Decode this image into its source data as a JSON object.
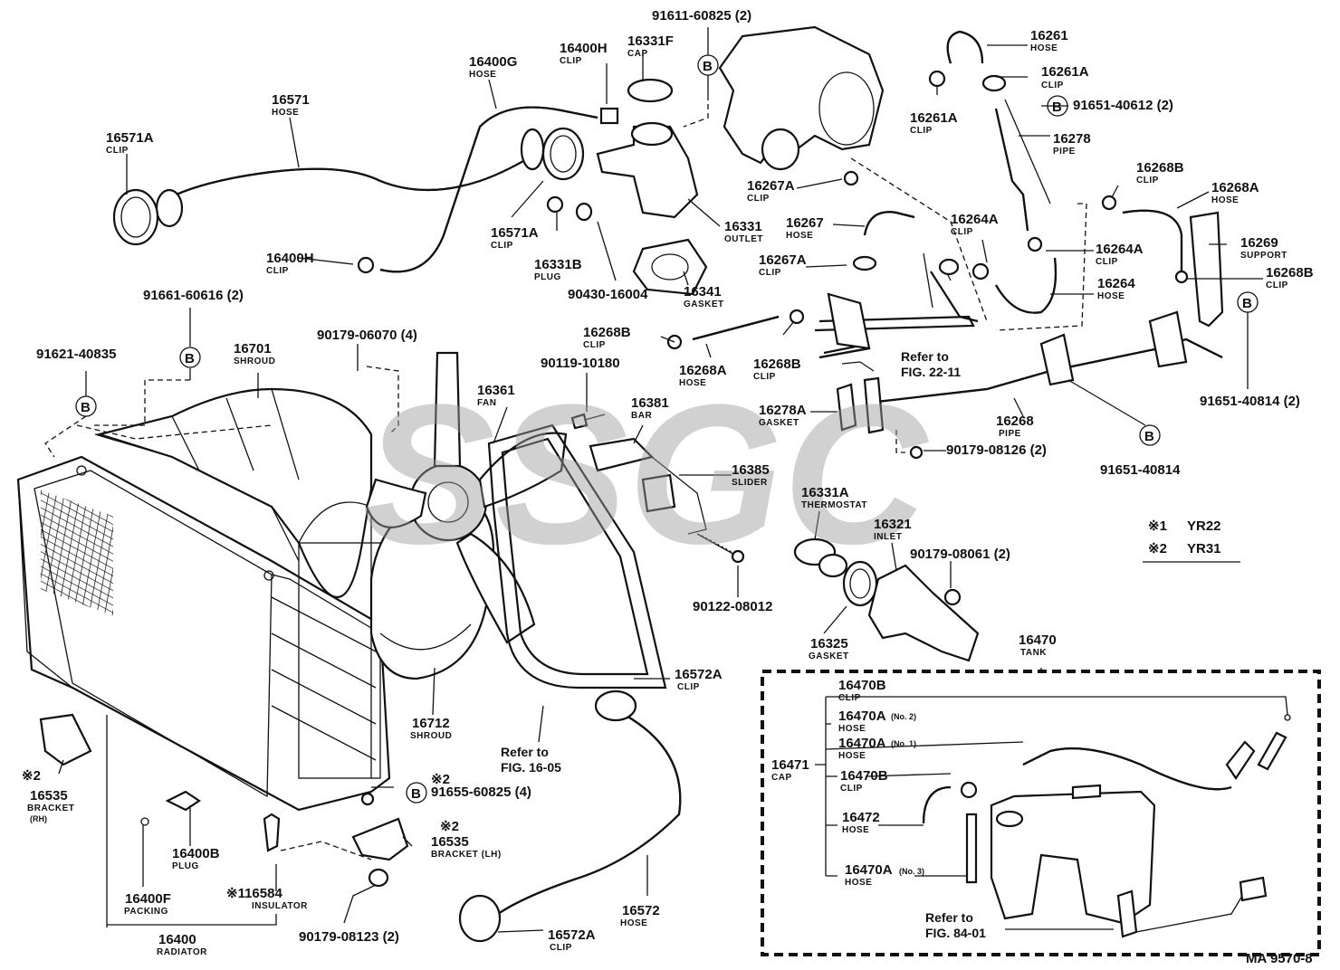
{
  "labels": {
    "p91611_60825": {
      "no": "91611-60825 (2)"
    },
    "p16261": {
      "no": "16261",
      "name": "HOSE"
    },
    "p16261A_r": {
      "no": "16261A",
      "name": "CLIP"
    },
    "p16261A_l": {
      "no": "16261A",
      "name": "CLIP"
    },
    "p91651_40612": {
      "no": "91651-40612 (2)"
    },
    "p16278": {
      "no": "16278",
      "name": "PIPE"
    },
    "p16268B_t": {
      "no": "16268B",
      "name": "CLIP"
    },
    "p16268A_r": {
      "no": "16268A",
      "name": "HOSE"
    },
    "p16269": {
      "no": "16269",
      "name": "SUPPORT"
    },
    "p16268B_r": {
      "no": "16268B",
      "name": "CLIP"
    },
    "p16264A_r": {
      "no": "16264A",
      "name": "CLIP"
    },
    "p16264": {
      "no": "16264",
      "name": "HOSE"
    },
    "p16264A_l": {
      "no": "16264A",
      "name": "CLIP"
    },
    "p91651_40814_r": {
      "no": "91651-40814 (2)"
    },
    "p91651_40814_b": {
      "no": "91651-40814"
    },
    "p16400H_t": {
      "no": "16400H",
      "name": "CLIP"
    },
    "p16331F": {
      "no": "16331F",
      "name": "CAP"
    },
    "p16400G": {
      "no": "16400G",
      "name": "HOSE"
    },
    "p16571": {
      "no": "16571",
      "name": "HOSE"
    },
    "p16571A_l": {
      "no": "16571A",
      "name": "CLIP"
    },
    "p16571A_m": {
      "no": "16571A",
      "name": "CLIP"
    },
    "p16400H_b": {
      "no": "16400H",
      "name": "CLIP"
    },
    "p16331B": {
      "no": "16331B",
      "name": "PLUG"
    },
    "p90430_16004": {
      "no": "90430-16004"
    },
    "p16331": {
      "no": "16331",
      "name": "OUTLET"
    },
    "p16341": {
      "no": "16341",
      "name": "GASKET"
    },
    "p16267A_t": {
      "no": "16267A",
      "name": "CLIP"
    },
    "p16267": {
      "no": "16267",
      "name": "HOSE"
    },
    "p16267A_b": {
      "no": "16267A",
      "name": "CLIP"
    },
    "p91661_60616": {
      "no": "91661-60616 (2)"
    },
    "p91621_40835": {
      "no": "91621-40835"
    },
    "p16701": {
      "no": "16701",
      "name": "SHROUD"
    },
    "p90179_06070": {
      "no": "90179-06070 (4)"
    },
    "p16268B_l": {
      "no": "16268B",
      "name": "CLIP"
    },
    "p16268A_l": {
      "no": "16268A",
      "name": "HOSE"
    },
    "p16268B_m": {
      "no": "16268B",
      "name": "CLIP"
    },
    "p90119_10180": {
      "no": "90119-10180"
    },
    "p16361": {
      "no": "16361",
      "name": "FAN"
    },
    "p16381": {
      "no": "16381",
      "name": "BAR"
    },
    "p16385": {
      "no": "16385",
      "name": "SLIDER"
    },
    "p90122_08012": {
      "no": "90122-08012"
    },
    "p16278A": {
      "no": "16278A",
      "name": "GASKET"
    },
    "p16268": {
      "no": "16268",
      "name": "PIPE"
    },
    "p90179_08126": {
      "no": "90179-08126 (2)"
    },
    "p16331A": {
      "no": "16331A",
      "name": "THERMOSTAT"
    },
    "p16321": {
      "no": "16321",
      "name": "INLET"
    },
    "p90179_08061": {
      "no": "90179-08061 (2)"
    },
    "p16325": {
      "no": "16325",
      "name": "GASKET"
    },
    "p16712": {
      "no": "16712",
      "name": "SHROUD"
    },
    "p16572A_t": {
      "no": "16572A",
      "name": "CLIP"
    },
    "p16572": {
      "no": "16572",
      "name": "HOSE"
    },
    "p16572A_b": {
      "no": "16572A",
      "name": "CLIP"
    },
    "p16535_rh": {
      "no": "16535",
      "name": "BRACKET",
      "sub": "(RH)"
    },
    "p16400B": {
      "no": "16400B",
      "name": "PLUG"
    },
    "p16400F": {
      "no": "16400F",
      "name": "PACKING"
    },
    "p16400": {
      "no": "16400",
      "name": "RADIATOR"
    },
    "p116584": {
      "no": "※116584",
      "name": "INSULATOR"
    },
    "p90179_08123": {
      "no": "90179-08123 (2)"
    },
    "p16535_lh": {
      "no": "16535",
      "name": "BRACKET (LH)"
    },
    "p91655_60825": {
      "no": "91655-60825 (4)"
    },
    "p16470": {
      "no": "16470",
      "name": "TANK"
    },
    "p16470B_t": {
      "no": "16470B",
      "name": "CLIP"
    },
    "p16470A_2": {
      "no": "16470A",
      "sub": "(No. 2)",
      "name": "HOSE"
    },
    "p16470A_1": {
      "no": "16470A",
      "sub": "(No. 1)",
      "name": "HOSE"
    },
    "p16471": {
      "no": "16471",
      "name": "CAP"
    },
    "p16470B_b": {
      "no": "16470B",
      "name": "CLIP"
    },
    "p16472": {
      "no": "16472",
      "name": "HOSE"
    },
    "p16470A_3": {
      "no": "16470A",
      "sub": "(No. 3)",
      "name": "HOSE"
    }
  },
  "marks": {
    "star2": "※2",
    "star2_b": "※2",
    "star2_c": "※2",
    "b": "B"
  },
  "refs": {
    "r22_11": {
      "l1": "Refer to",
      "l2": "FIG. 22-11"
    },
    "r16_05": {
      "l1": "Refer to",
      "l2": "FIG. 16-05"
    },
    "r84_01": {
      "l1": "Refer to",
      "l2": "FIG. 84-01"
    }
  },
  "legend": {
    "k1": "※1",
    "v1": "YR22",
    "k2": "※2",
    "v2": "YR31"
  },
  "figure_code": "MA 9570-8",
  "watermark": "SSGC"
}
